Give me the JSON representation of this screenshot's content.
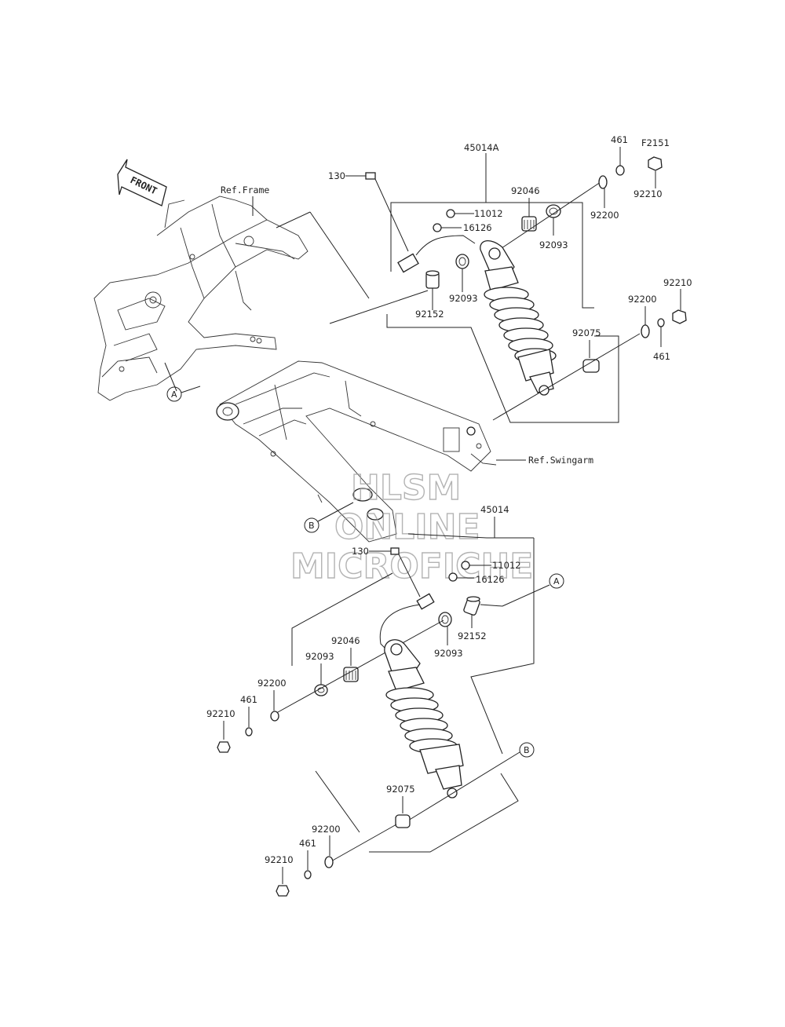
{
  "front_label": "FRONT",
  "refs": {
    "frame": "Ref.Frame",
    "swingarm": "Ref.Swingarm"
  },
  "watermark": {
    "line1": "HLSM",
    "line2": "ONLINE",
    "line3": "MICROFICHE"
  },
  "callouts": {
    "a": "A",
    "b": "B"
  },
  "upper": {
    "assembly": "45014A",
    "p130": "130",
    "p11012": "11012",
    "p16126": "16126",
    "p92046": "92046",
    "p92093a": "92093",
    "p92093b": "92093",
    "p92152": "92152",
    "p461a": "461",
    "pF2151": "F2151",
    "p92210a": "92210",
    "p92200a": "92200",
    "p92210b": "92210",
    "p92200b": "92200",
    "p461b": "461",
    "p92075": "92075"
  },
  "lower": {
    "assembly": "45014",
    "p130": "130",
    "p11012": "11012",
    "p16126": "16126",
    "p92152": "92152",
    "p92093a": "92093",
    "p92046": "92046",
    "p92093b": "92093",
    "p92200a": "92200",
    "p461a": "461",
    "p92210a": "92210",
    "p92075": "92075",
    "p92200b": "92200",
    "p461b": "461",
    "p92210b": "92210"
  }
}
